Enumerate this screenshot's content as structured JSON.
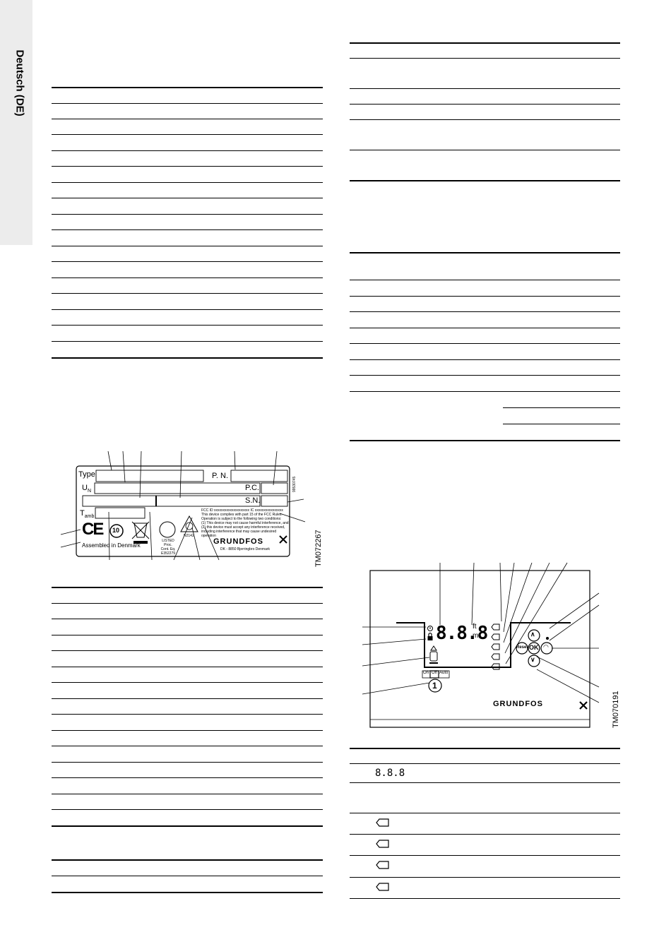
{
  "side_tab": {
    "label": "Deutsch (DE)"
  },
  "nameplate": {
    "type_label": "Type",
    "pn_label": "P. N.",
    "un_label": "U",
    "un_sub": "N",
    "pc_label": "P.C.",
    "sn_label": "S.N.",
    "tamb_label": "T",
    "tamb_sub": "amb",
    "assembled": "Assembled in Denmark",
    "fcc_text": [
      "FCC ID xxxxxxxxxxxxxxxxxxxx IC xxxxxxxxxxxxxxxx",
      "This device complies with part 15 of the FCC Rules.",
      "Operation is subject to the following two conditions:",
      "(1) This device may not cause harmful interference, and",
      "(2) this device must accept any interference received,",
      "including interference that may cause undesired operation"
    ],
    "brand": "GRUNDFOS",
    "brand_address": "DK - 8850 Bjerringbro Denmark",
    "ul_text": [
      "LISTED",
      "Proc. Cont. Eq.",
      "E352279"
    ],
    "nzta_text": "N2142",
    "side_code": "99530745",
    "figure_code": "TM072267",
    "ce_mark": "CE",
    "ten_mark": "10"
  },
  "panel": {
    "digits": "8.8.8",
    "unit_ft": "ft",
    "unit_m": "m",
    "reset_label": "Reset",
    "ok_label": "OK",
    "mode_on": "On",
    "mode_off": "Off",
    "mode_auto": "Auto",
    "mode_num": "1",
    "brand": "GRUNDFOS",
    "figure_code": "TM070191"
  },
  "legend_table": {
    "digits_symbol": "8.8.8"
  }
}
